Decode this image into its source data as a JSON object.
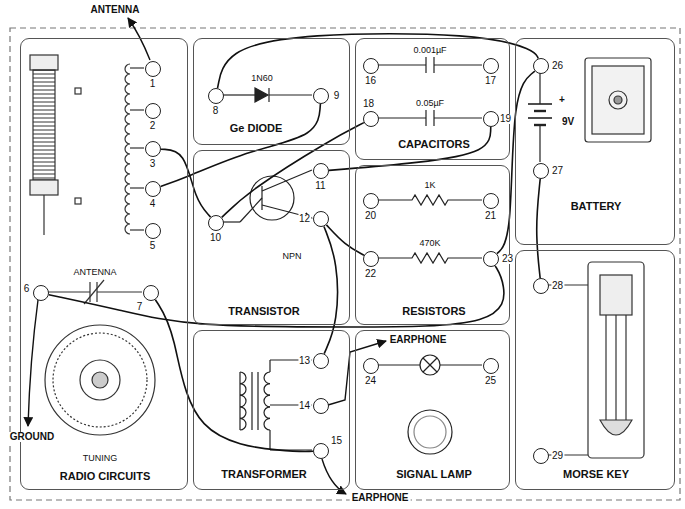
{
  "diagram": {
    "nodes": [
      {
        "text": [
          "RADIO CIRCUITS"
        ]
      },
      {
        "text": [
          "1"
        ],
        "in": 0
      },
      {
        "text": [
          "2"
        ],
        "in": 0
      },
      {
        "text": [
          "3"
        ],
        "in": 0
      },
      {
        "text": [
          "4"
        ],
        "in": 0
      },
      {
        "text": [
          "5"
        ],
        "in": 0
      },
      {
        "text": [
          "6"
        ],
        "in": 0
      },
      {
        "text": [
          "7"
        ],
        "in": 0
      },
      {
        "text": [
          "Ge DIODE"
        ]
      },
      {
        "text": [
          "8"
        ],
        "in": 8
      },
      {
        "text": [
          "9"
        ],
        "in": 8
      },
      {
        "text": [
          "CAPACITORS"
        ]
      },
      {
        "text": [
          "16"
        ],
        "in": 11
      },
      {
        "text": [
          "17"
        ],
        "in": 11
      },
      {
        "text": [
          "18"
        ],
        "in": 11
      },
      {
        "text": [
          "19"
        ],
        "in": 11
      },
      {
        "text": [
          "BATTERY"
        ]
      },
      {
        "text": [
          "26"
        ],
        "in": 16
      },
      {
        "text": [
          "27"
        ],
        "in": 16
      },
      {
        "text": [
          "TRANSISTOR"
        ]
      },
      {
        "text": [
          "10"
        ],
        "in": 19
      },
      {
        "text": [
          "11"
        ],
        "in": 19
      },
      {
        "text": [
          "12"
        ],
        "in": 19
      },
      {
        "text": [
          "RESISTORS"
        ]
      },
      {
        "text": [
          "20"
        ],
        "in": 23
      },
      {
        "text": [
          "21"
        ],
        "in": 23
      },
      {
        "text": [
          "22"
        ],
        "in": 23
      },
      {
        "text": [
          "23"
        ],
        "in": 23
      },
      {
        "text": [
          "TRANSFORMER"
        ]
      },
      {
        "text": [
          "13"
        ],
        "in": 28
      },
      {
        "text": [
          "14"
        ],
        "in": 28
      },
      {
        "text": [
          "15"
        ],
        "in": 28
      },
      {
        "text": [
          "SIGNAL LAMP"
        ]
      },
      {
        "text": [
          "24"
        ],
        "in": 32
      },
      {
        "text": [
          "25"
        ],
        "in": 32
      },
      {
        "text": [
          "MORSE KEY"
        ]
      },
      {
        "text": [
          "28"
        ],
        "in": 35
      },
      {
        "text": [
          "29"
        ],
        "in": 35
      }
    ],
    "edges": [
      {
        "from": 9,
        "to": 17,
        "arrow": "none"
      },
      {
        "from": 10,
        "to": 4,
        "arrow": "none"
      },
      {
        "from": 3,
        "to": 20,
        "arrow": "none"
      },
      {
        "from": 20,
        "to": 14,
        "arrow": "none"
      },
      {
        "from": 21,
        "to": 15,
        "arrow": "none"
      },
      {
        "from": 22,
        "to": 26,
        "arrow": "none"
      },
      {
        "from": 22,
        "to": 29,
        "arrow": "none"
      },
      {
        "from": 27,
        "to": 17,
        "arrow": "none"
      },
      {
        "from": 18,
        "to": 36,
        "arrow": "none"
      },
      {
        "from": 6,
        "to": 27,
        "arrow": "none"
      },
      {
        "from": 7,
        "to": 31,
        "arrow": "none"
      }
    ],
    "labels": [
      "ANTENNA",
      "ANTENNA",
      "GROUND",
      "EARPHONE",
      "EARPHONE",
      "TUNING",
      "1N60",
      "NPN",
      "0.001µF",
      "0.05µF",
      "1K",
      "470K",
      "+",
      "9V"
    ]
  }
}
